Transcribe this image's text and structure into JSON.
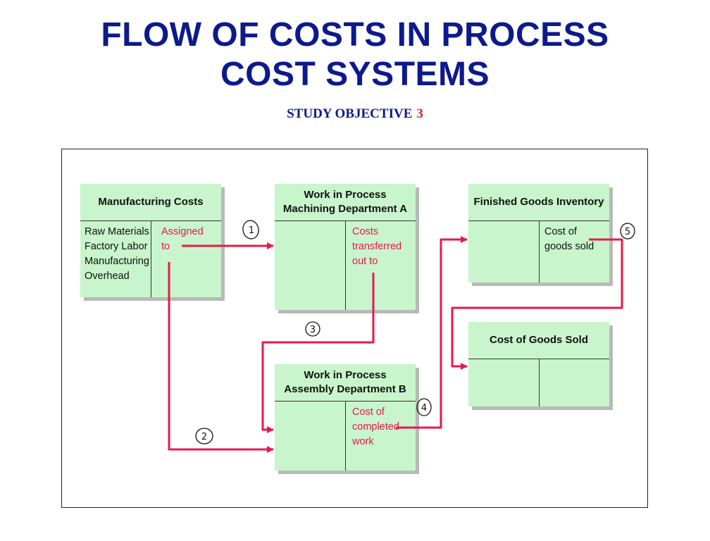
{
  "title": {
    "line1": "FLOW OF COSTS IN PROCESS",
    "line2": "COST SYSTEMS"
  },
  "subtitle": {
    "label": "STUDY OBJECTIVE",
    "number": "3"
  },
  "accounts": {
    "manufacturing_costs": {
      "header": "Manufacturing Costs",
      "left": "Raw Materials\nFactory Labor\nManufacturing\n  Overhead",
      "right": "Assigned\nto"
    },
    "wip_machining": {
      "header": "Work in Process\nMachining Department A",
      "left": "",
      "right": "Costs\ntransferred\nout to"
    },
    "wip_assembly": {
      "header": "Work in Process\nAssembly Department B",
      "left": "",
      "right": "Cost of\ncompleted\nwork"
    },
    "finished_goods": {
      "header": "Finished Goods Inventory",
      "left": "",
      "right": "Cost of\ngoods sold"
    },
    "cost_of_goods_sold": {
      "header": "Cost of Goods Sold",
      "left": "",
      "right": ""
    }
  },
  "flow_markers": [
    "1",
    "2",
    "3",
    "4",
    "5"
  ],
  "colors": {
    "title": "#0d1a8c",
    "objective_number": "#e01a1a",
    "account_fill": "#c8f5cc",
    "flow_line": "#e8194b",
    "red_text": "#e8194b"
  }
}
